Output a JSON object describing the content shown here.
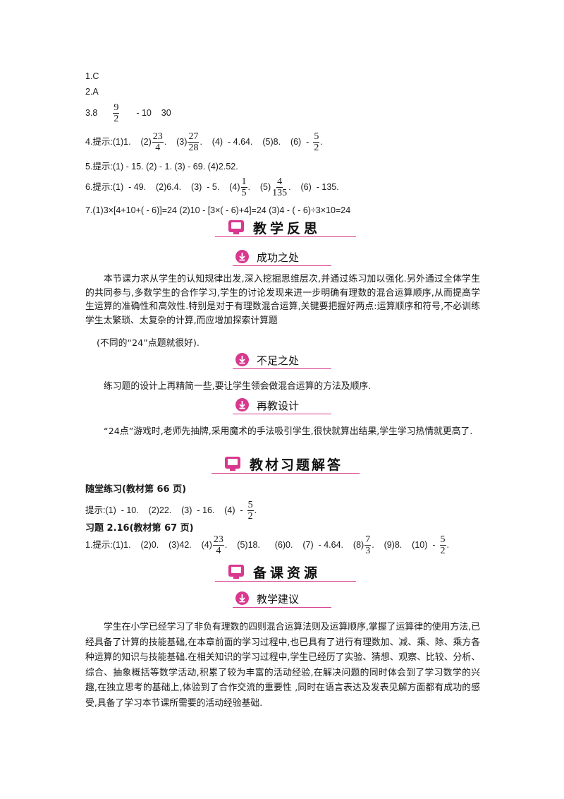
{
  "answers": {
    "a1": "1.C",
    "a2": "2.A",
    "a3": {
      "prefix": "3.8",
      "frac_num": "9",
      "frac_den": "2",
      "rest": "- 10    30"
    },
    "a4": {
      "prefix": "4.提示:(1)1.    (2)",
      "f1_num": "23",
      "f1_den": "4",
      "p2": ".    (3)",
      "f2_num": "27",
      "f2_den": "28",
      "p3": ".    (4)  - 4.64.    (5)8.    (6)  -",
      "f3_num": "5",
      "f3_den": "2",
      "end": "."
    },
    "a5": "5.提示:(1)  - 15.    (2)  - 1.    (3)  - 69.    (4)2.52.",
    "a6": {
      "prefix": "6.提示:(1)  - 49.    (2)6.4.    (3)  - 5.    (4)",
      "f1_num": "1",
      "f1_den": "5",
      "p2": ".    (5)",
      "f2_num": "4",
      "f2_den": "135",
      "end": ".    (6)  - 135."
    },
    "a7": "7.(1)3×[4+10+(  - 6)]=24    (2)10 -  [3×(  - 6)+4]=24    (3)4 -  (  - 6)÷3×10=24"
  },
  "section1": {
    "title": "教学反思"
  },
  "sub1": {
    "title": "成功之处",
    "para1": "本节课力求从学生的认知规律出发,深入挖掘思维层次,并通过练习加以强化.另外通过全体学生的共同参与,多数学生的合作学习,学生的讨论发现来进一步明确有理数的混合运算顺序,从而提高学生运算的准确性和高效性.特别是对于有理数混合运算,关键要把握好两点:运算顺序和符号,不必训练学生太繁琐、太复杂的计算,而应增加探索计算题",
    "para2": "(不同的“24”点题就很好)."
  },
  "sub2": {
    "title": "不足之处",
    "para": "练习题的设计上再精简一些,要让学生领会做混合运算的方法及顺序."
  },
  "sub3": {
    "title": "再教设计",
    "para": "“24点”游戏时,老师先抽牌,采用魔术的手法吸引学生,很快就算出结果,学生学习热情就更高了."
  },
  "section2": {
    "title": "教材习题解答"
  },
  "practice": {
    "label": "随堂练习(教材第 66 页)",
    "line": {
      "prefix": "提示:(1)  - 10.    (2)22.    (3)  - 16.    (4)  -",
      "f_num": "5",
      "f_den": "2",
      "end": "."
    },
    "label2": "习题 2.16(教材第 67 页)",
    "line2": {
      "prefix": "1.提示:(1)1.    (2)0.    (3)42.    (4)",
      "f1_num": "23",
      "f1_den": "4",
      "p2": ".    (5)18.      (6)0.    (7)  - 4.64.    (8)",
      "f2_num": "7",
      "f2_den": "3",
      "p3": ".    (9)8.    (10)  -",
      "f3_num": "5",
      "f3_den": "2",
      "end": "."
    }
  },
  "section3": {
    "title": "备课资源"
  },
  "sub4": {
    "title": "教学建议",
    "para": "学生在小学已经学习了非负有理数的四则混合运算法则及运算顺序,掌握了运算律的使用方法,已经具备了计算的技能基础,在本章前面的学习过程中,也已具有了进行有理数加、减、乘、除、乘方各种运算的知识与技能基础.在相关知识的学习过程中,学生已经历了实验、猜想、观察、比较、分析、综合、抽象概括等数学活动,积累了较为丰富的活动经验,在解决问题的同时体会到了学习数学的兴趣,在独立思考的基础上,体验到了合作交流的重要性 ,同时在语言表达及发表见解方面都有成功的感受,具备了学习本节课所需要的活动经验基础."
  },
  "colors": {
    "accent": "#d8388e",
    "text": "#1a1a1a"
  },
  "icons": {
    "section": "monitor-icon",
    "sub": "down-arrow-icon"
  }
}
